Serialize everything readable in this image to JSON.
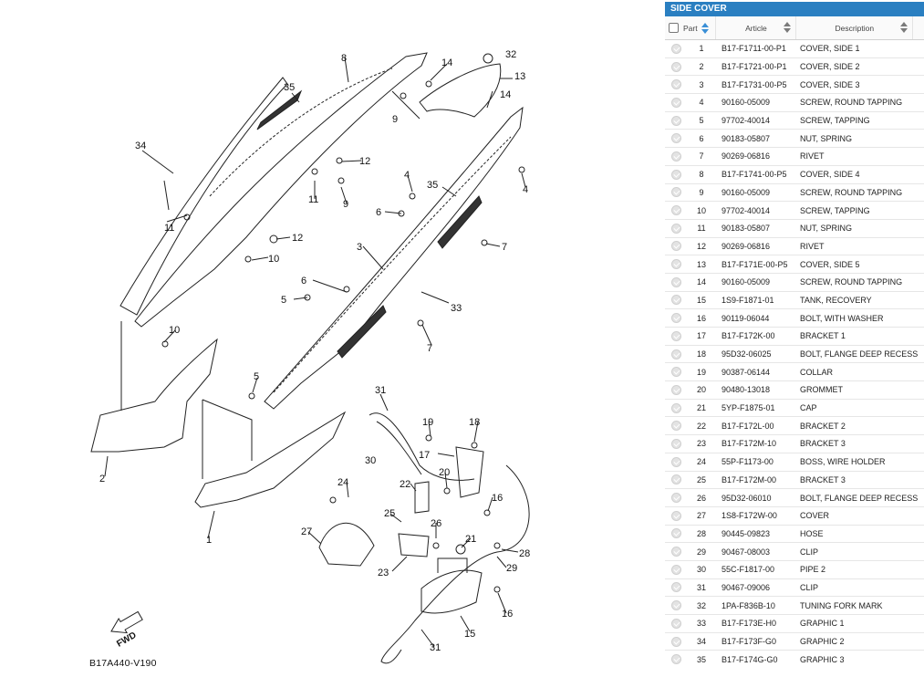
{
  "panel": {
    "title": "SIDE COVER",
    "columns": {
      "part": "Part",
      "article": "Article",
      "description": "Description"
    }
  },
  "parts": [
    {
      "num": "1",
      "article": "B17-F1711-00-P1",
      "desc": "COVER, SIDE 1"
    },
    {
      "num": "2",
      "article": "B17-F1721-00-P1",
      "desc": "COVER, SIDE 2"
    },
    {
      "num": "3",
      "article": "B17-F1731-00-P5",
      "desc": "COVER, SIDE 3"
    },
    {
      "num": "4",
      "article": "90160-05009",
      "desc": "SCREW, ROUND TAPPING"
    },
    {
      "num": "5",
      "article": "97702-40014",
      "desc": "SCREW, TAPPING"
    },
    {
      "num": "6",
      "article": "90183-05807",
      "desc": "NUT, SPRING"
    },
    {
      "num": "7",
      "article": "90269-06816",
      "desc": "RIVET"
    },
    {
      "num": "8",
      "article": "B17-F1741-00-P5",
      "desc": "COVER, SIDE 4"
    },
    {
      "num": "9",
      "article": "90160-05009",
      "desc": "SCREW, ROUND TAPPING"
    },
    {
      "num": "10",
      "article": "97702-40014",
      "desc": "SCREW, TAPPING"
    },
    {
      "num": "11",
      "article": "90183-05807",
      "desc": "NUT, SPRING"
    },
    {
      "num": "12",
      "article": "90269-06816",
      "desc": "RIVET"
    },
    {
      "num": "13",
      "article": "B17-F171E-00-P5",
      "desc": "COVER, SIDE 5"
    },
    {
      "num": "14",
      "article": "90160-05009",
      "desc": "SCREW, ROUND TAPPING"
    },
    {
      "num": "15",
      "article": "1S9-F1871-01",
      "desc": "TANK, RECOVERY"
    },
    {
      "num": "16",
      "article": "90119-06044",
      "desc": "BOLT, WITH WASHER"
    },
    {
      "num": "17",
      "article": "B17-F172K-00",
      "desc": "BRACKET 1"
    },
    {
      "num": "18",
      "article": "95D32-06025",
      "desc": "BOLT, FLANGE DEEP RECESS"
    },
    {
      "num": "19",
      "article": "90387-06144",
      "desc": "COLLAR"
    },
    {
      "num": "20",
      "article": "90480-13018",
      "desc": "GROMMET"
    },
    {
      "num": "21",
      "article": "5YP-F1875-01",
      "desc": "CAP"
    },
    {
      "num": "22",
      "article": "B17-F172L-00",
      "desc": "BRACKET 2"
    },
    {
      "num": "23",
      "article": "B17-F172M-10",
      "desc": "BRACKET 3"
    },
    {
      "num": "24",
      "article": "55P-F1173-00",
      "desc": "BOSS, WIRE HOLDER"
    },
    {
      "num": "25",
      "article": "B17-F172M-00",
      "desc": "BRACKET 3"
    },
    {
      "num": "26",
      "article": "95D32-06010",
      "desc": "BOLT, FLANGE DEEP RECESS"
    },
    {
      "num": "27",
      "article": "1S8-F172W-00",
      "desc": "COVER"
    },
    {
      "num": "28",
      "article": "90445-09823",
      "desc": "HOSE"
    },
    {
      "num": "29",
      "article": "90467-08003",
      "desc": "CLIP"
    },
    {
      "num": "30",
      "article": "55C-F1817-00",
      "desc": "PIPE 2"
    },
    {
      "num": "31",
      "article": "90467-09006",
      "desc": "CLIP"
    },
    {
      "num": "32",
      "article": "1PA-F836B-10",
      "desc": "TUNING FORK MARK"
    },
    {
      "num": "33",
      "article": "B17-F173E-H0",
      "desc": "GRAPHIC 1"
    },
    {
      "num": "34",
      "article": "B17-F173F-G0",
      "desc": "GRAPHIC 2"
    },
    {
      "num": "35",
      "article": "B17-F174G-G0",
      "desc": "GRAPHIC 3"
    }
  ],
  "diagram": {
    "code": "B17A440-V190",
    "fwd": "FWD",
    "callouts": [
      "1",
      "2",
      "3",
      "4",
      "4",
      "5",
      "5",
      "6",
      "6",
      "7",
      "7",
      "8",
      "9",
      "9",
      "10",
      "10",
      "11",
      "11",
      "12",
      "12",
      "13",
      "14",
      "14",
      "15",
      "16",
      "16",
      "17",
      "18",
      "19",
      "20",
      "21",
      "22",
      "23",
      "24",
      "25",
      "26",
      "27",
      "28",
      "29",
      "30",
      "31",
      "31",
      "32",
      "33",
      "34",
      "35",
      "35"
    ]
  },
  "icons": {
    "row_check": "check-circle-icon",
    "sort": "sort-icon",
    "checkbox": "checkbox-icon",
    "fwd_arrow": "forward-arrow-icon"
  },
  "colors": {
    "panel_header": "#2a7fc1",
    "sort_active": "#3a8fd6"
  }
}
